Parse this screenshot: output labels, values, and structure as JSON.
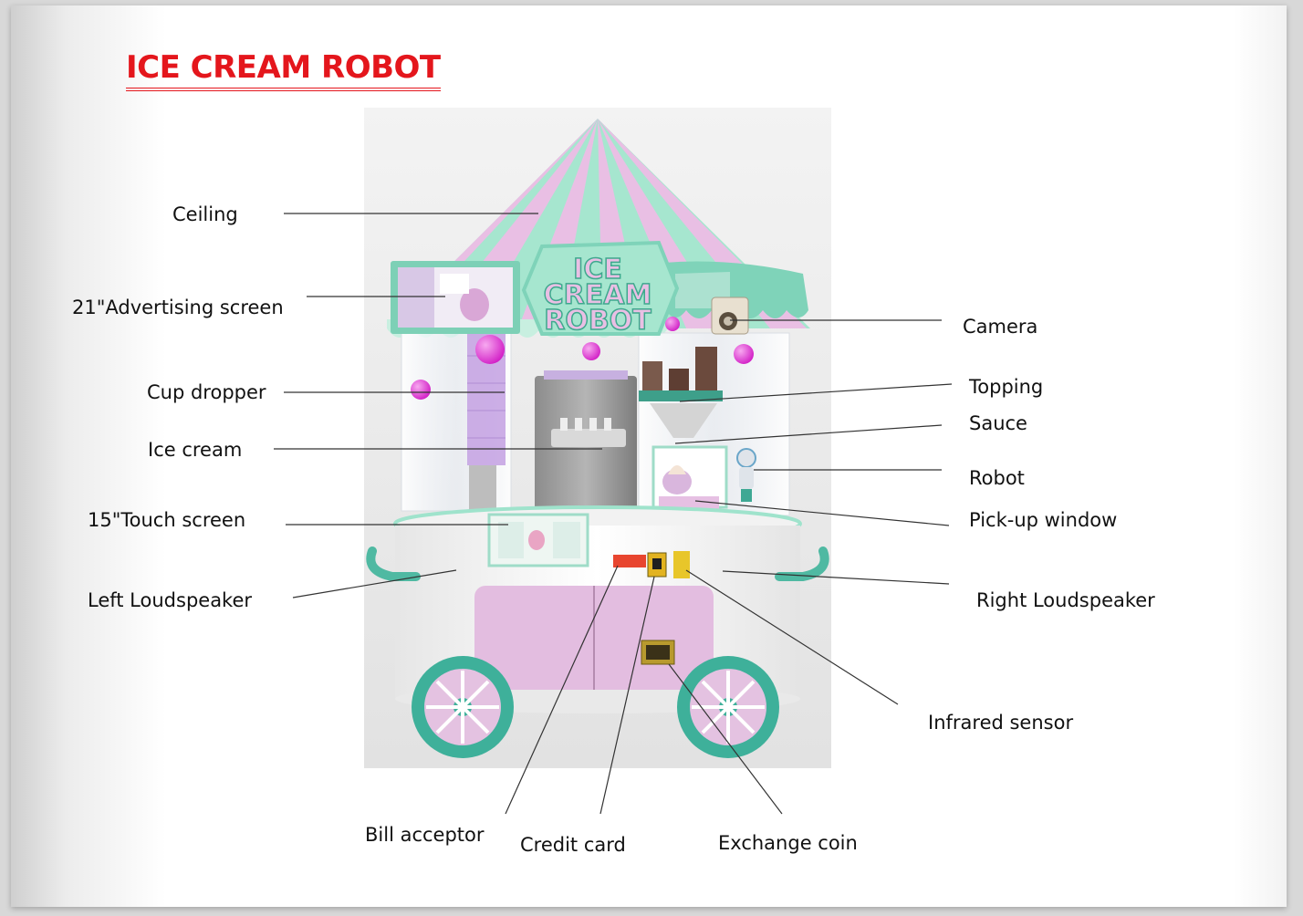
{
  "title": "ICE CREAM ROBOT",
  "sign_text": [
    "ICE",
    "CREAM",
    "ROBOT"
  ],
  "labels": {
    "ceiling": "Ceiling",
    "advertising_screen": "21\"Advertising screen",
    "cup_dropper": "Cup dropper",
    "ice_cream": "Ice cream",
    "touch_screen": "15\"Touch screen",
    "left_loudspeaker": "Left Loudspeaker",
    "camera": "Camera",
    "topping": "Topping",
    "sauce": "Sauce",
    "robot": "Robot",
    "pickup_window": "Pick-up window",
    "right_loudspeaker": "Right Loudspeaker",
    "infrared_sensor": "Infrared sensor",
    "bill_acceptor": "Bill acceptor",
    "credit_card": "Credit card",
    "exchange_coin": "Exchange coin"
  },
  "colors": {
    "title": "#e4161c",
    "mint": "#9fe3cc",
    "teal": "#3fb39a",
    "pink": "#e8b9e2",
    "lavender": "#d9b6dd",
    "magenta_ball": "#e63bd6"
  }
}
